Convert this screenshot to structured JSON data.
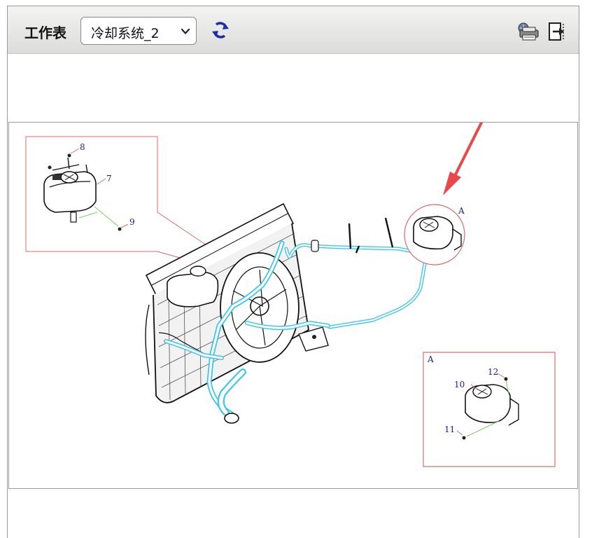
{
  "toolbar": {
    "sheet_label": "工作表",
    "sheet_select": {
      "value": "冷却系统_2"
    }
  },
  "icons": {
    "refresh": "refresh-icon",
    "print": "print-icon",
    "exit": "exit-icon"
  },
  "diagram": {
    "callouts": {
      "c7": "7",
      "c8": "8",
      "c9": "9",
      "c10": "10",
      "c11": "11",
      "c12": "12",
      "detail_a": "A",
      "detail_a_box": "A"
    }
  },
  "colors": {
    "hose": "#3fc6e8",
    "callout_circle": "#d96a6a",
    "pointer_arrow": "#e8484a",
    "callout_text": "#1a1a9a"
  }
}
